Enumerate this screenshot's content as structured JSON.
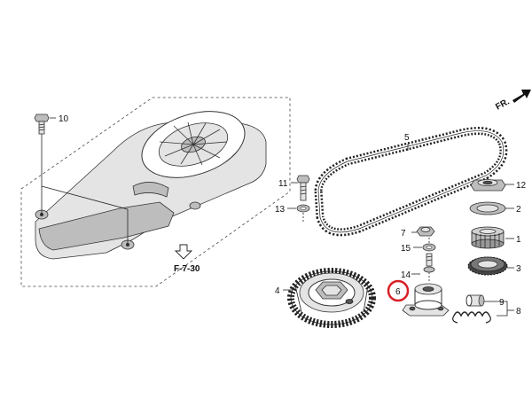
{
  "diagram": {
    "reference_label": "F-7-30",
    "direction_label": "FR.",
    "highlight_color": "#d81f26",
    "callouts": {
      "c1": "10",
      "c2": "5",
      "c3": "11",
      "c4": "13",
      "c5": "7",
      "c6": "15",
      "c7": "4",
      "c8": "14",
      "c9": "6",
      "c10": "12",
      "c11": "2",
      "c12": "1",
      "c13": "3",
      "c14": "9",
      "c15": "8"
    }
  }
}
